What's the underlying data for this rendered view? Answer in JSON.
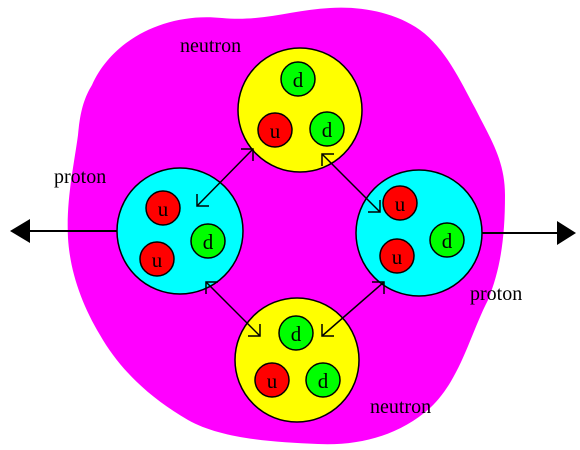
{
  "labels": {
    "neutron_top": "neutron",
    "neutron_bottom": "neutron",
    "proton_left": "proton",
    "proton_right": "proton"
  },
  "quarks": {
    "top": [
      "d",
      "u",
      "d"
    ],
    "left": [
      "u",
      "u",
      "d"
    ],
    "right": [
      "u",
      "u",
      "d"
    ],
    "bottom": [
      "d",
      "u",
      "d"
    ]
  },
  "colors": {
    "nucleus_field": "#ff00ff",
    "neutron": "#ffff00",
    "proton": "#00ffff",
    "up_quark": "#ff0000",
    "down_quark": "#00ff00",
    "outline": "#000000"
  }
}
